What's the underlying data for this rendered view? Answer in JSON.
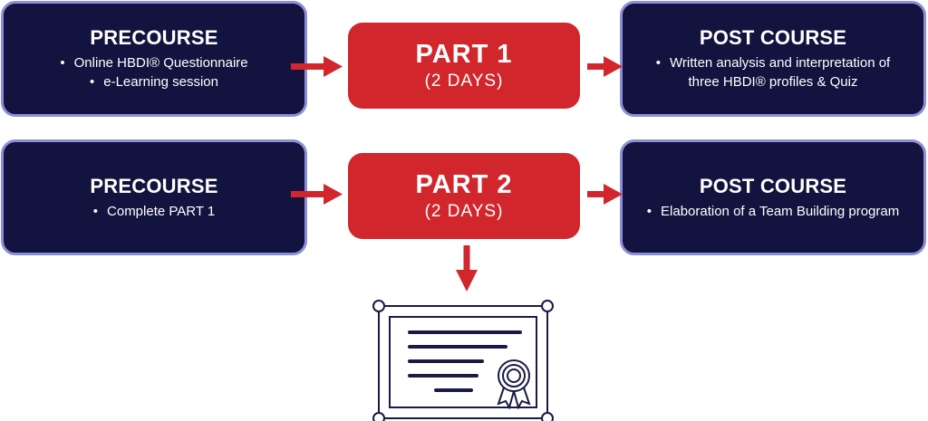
{
  "row1": {
    "precourse": {
      "title": "PRECOURSE",
      "items": [
        "Online HBDI® Questionnaire",
        "e-Learning session"
      ]
    },
    "part": {
      "title": "PART 1",
      "subtitle": "(2 DAYS)"
    },
    "postcourse": {
      "title": "POST COURSE",
      "items": [
        [
          "Written analysis and interpretation of",
          "three HBDI® profiles & Quiz"
        ]
      ]
    }
  },
  "row2": {
    "precourse": {
      "title": "PRECOURSE",
      "items": [
        "Complete PART 1"
      ]
    },
    "part": {
      "title": "PART 2",
      "subtitle": "(2 DAYS)"
    },
    "postcourse": {
      "title": "POST COURSE",
      "items": [
        "Elaboration of a Team Building program"
      ]
    }
  },
  "colors": {
    "box_fill": "#13133f",
    "box_border": "#8b8fd8",
    "part_fill": "#d1262b",
    "arrow": "#d1262b",
    "certificate_stroke": "#1a1a44"
  },
  "icons": [
    "arrow-right-icon",
    "arrow-down-icon",
    "certificate-icon"
  ]
}
